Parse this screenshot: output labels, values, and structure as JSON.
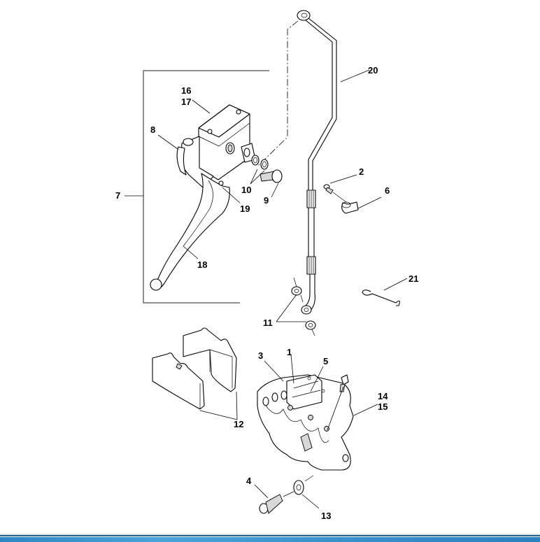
{
  "diagram": {
    "title": "Front brake master cylinder and caliper exploded view",
    "callouts": [
      {
        "id": "1",
        "label": "1"
      },
      {
        "id": "2",
        "label": "2"
      },
      {
        "id": "3",
        "label": "3"
      },
      {
        "id": "4",
        "label": "4"
      },
      {
        "id": "5",
        "label": "5"
      },
      {
        "id": "6",
        "label": "6"
      },
      {
        "id": "7",
        "label": "7"
      },
      {
        "id": "8",
        "label": "8"
      },
      {
        "id": "9",
        "label": "9"
      },
      {
        "id": "10",
        "label": "10"
      },
      {
        "id": "11",
        "label": "11"
      },
      {
        "id": "12",
        "label": "12"
      },
      {
        "id": "13",
        "label": "13"
      },
      {
        "id": "14",
        "label": "14"
      },
      {
        "id": "15",
        "label": "15"
      },
      {
        "id": "16",
        "label": "16"
      },
      {
        "id": "17",
        "label": "17"
      },
      {
        "id": "18",
        "label": "18"
      },
      {
        "id": "19",
        "label": "19"
      },
      {
        "id": "20",
        "label": "20"
      },
      {
        "id": "21",
        "label": "21"
      }
    ],
    "parts": [
      {
        "name": "master-cylinder-assembly",
        "callout": "7"
      },
      {
        "name": "reservoir-cover",
        "callout": "16"
      },
      {
        "name": "diaphragm",
        "callout": "17"
      },
      {
        "name": "lever-clamp",
        "callout": "8"
      },
      {
        "name": "brake-lever",
        "callout": "18"
      },
      {
        "name": "lever-pivot",
        "callout": "19"
      },
      {
        "name": "banjo-bolt",
        "callout": "9"
      },
      {
        "name": "crush-washers-upper",
        "callout": "10"
      },
      {
        "name": "brake-hose",
        "callout": "20"
      },
      {
        "name": "hose-clamp-screw",
        "callout": "2"
      },
      {
        "name": "hose-clamp",
        "callout": "6"
      },
      {
        "name": "crush-washers-lower",
        "callout": "11"
      },
      {
        "name": "retaining-pin-clip",
        "callout": "21"
      },
      {
        "name": "brake-pads",
        "callout": "12"
      },
      {
        "name": "caliper-pin",
        "callout": "1"
      },
      {
        "name": "caliper-plug",
        "callout": "3"
      },
      {
        "name": "pad-spring",
        "callout": "5"
      },
      {
        "name": "caliper-body",
        "callout": "14"
      },
      {
        "name": "bleeder-valve",
        "callout": "15"
      },
      {
        "name": "caliper-mount-bolt",
        "callout": "4"
      },
      {
        "name": "washer",
        "callout": "13"
      }
    ]
  }
}
